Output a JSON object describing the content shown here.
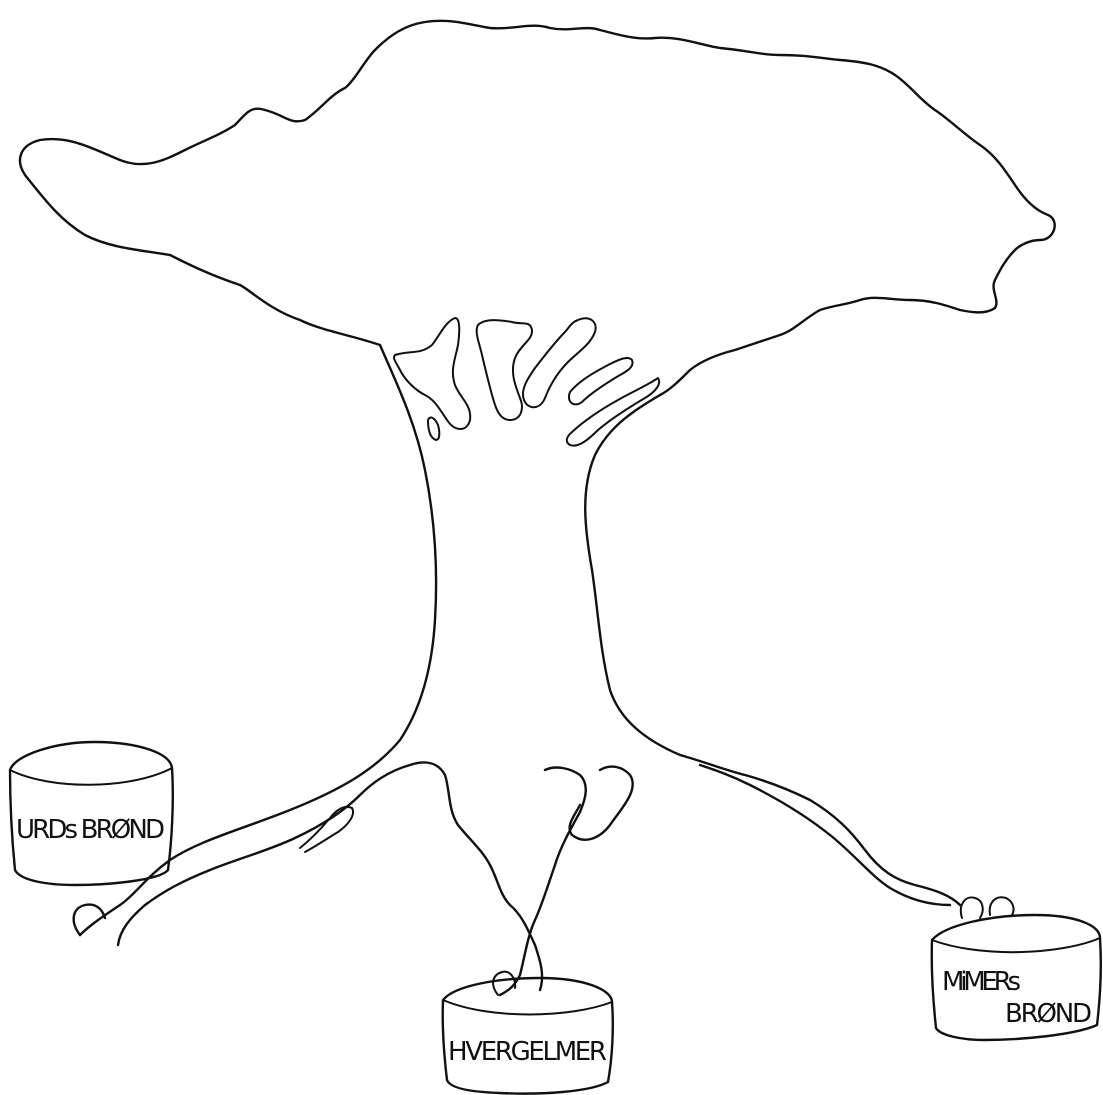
{
  "diagram": {
    "wells": [
      {
        "id": "urd",
        "label_lines": [
          "URDs BRØND"
        ]
      },
      {
        "id": "hvergelmer",
        "label_lines": [
          "HVERGELMER"
        ]
      },
      {
        "id": "mimer",
        "label_lines": [
          "MiMERs",
          "BRØND"
        ]
      }
    ]
  }
}
